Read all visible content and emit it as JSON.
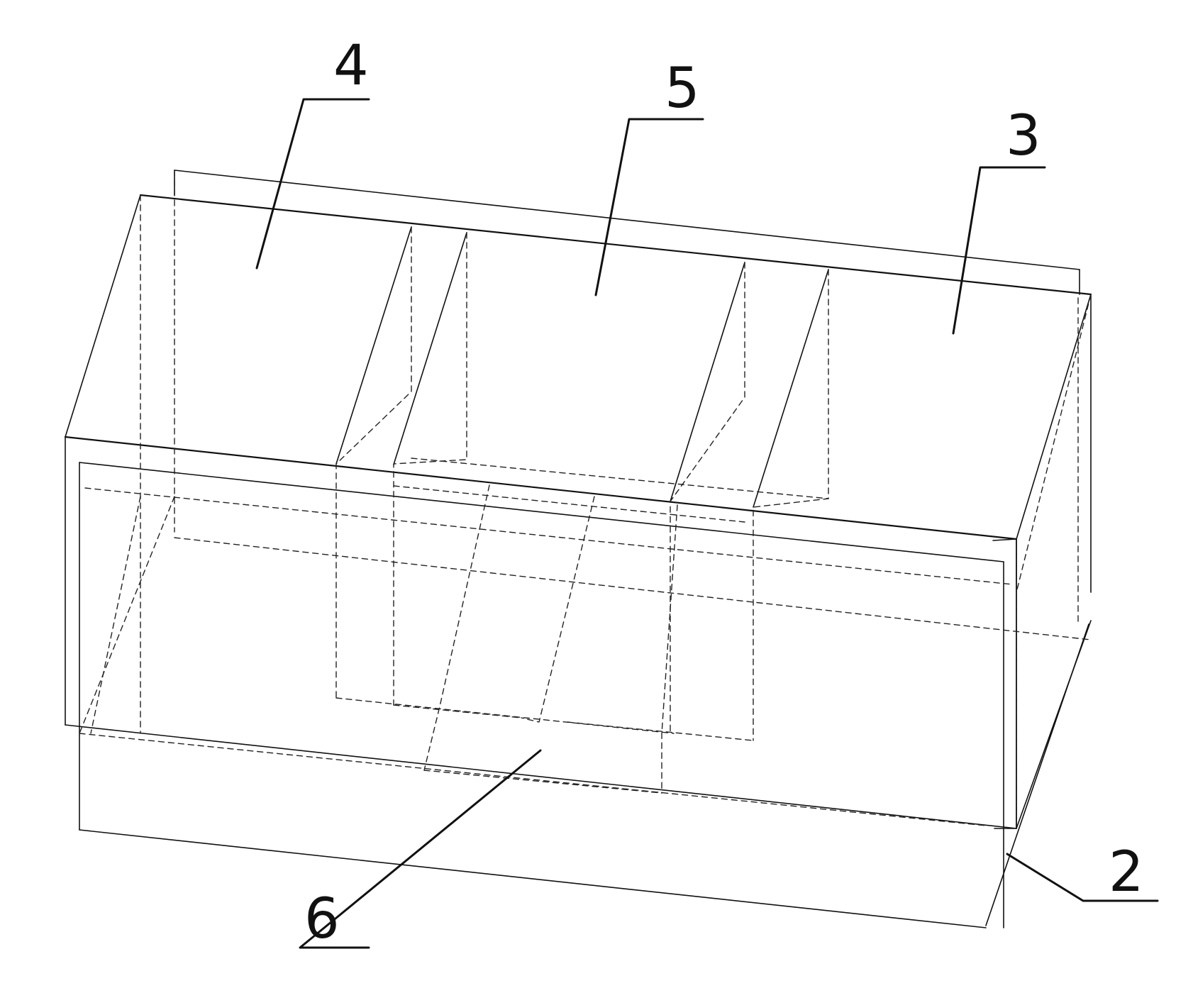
{
  "diagram": {
    "labels": {
      "label_4": "4",
      "label_5": "5",
      "label_3": "3",
      "label_6": "6",
      "label_2": "2"
    }
  },
  "colors": {
    "line": "#111111",
    "background": "#ffffff"
  }
}
